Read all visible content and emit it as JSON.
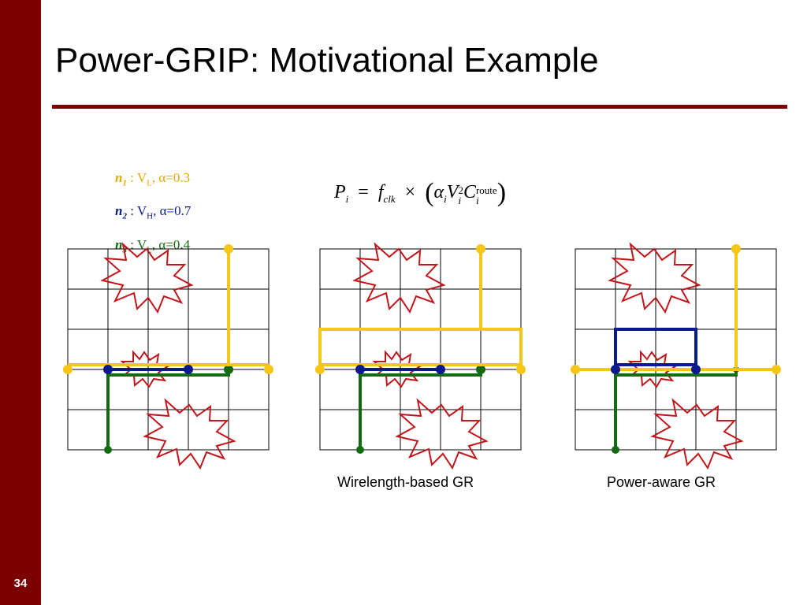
{
  "slide": {
    "title": "Power-GRIP: Motivational Example",
    "number": "34"
  },
  "legend": [
    {
      "net": "n",
      "idx": "1",
      "volt": "V",
      "volt_sub": "L",
      "alpha": ", α=0.3",
      "color": "#e8a800"
    },
    {
      "net": "n",
      "idx": "2",
      "volt": "V",
      "volt_sub": "H",
      "alpha": ", α=0.7",
      "color": "#0a1a8a"
    },
    {
      "net": "n",
      "idx": "3",
      "volt": "V",
      "volt_sub": "L",
      "alpha": ", α=0.4",
      "color": "#126b12"
    }
  ],
  "formula": {
    "P": "P",
    "P_sub": "i",
    "eq": "=",
    "f": "f",
    "f_sub": "clk",
    "times": "×",
    "lparen": "(",
    "alpha": "α",
    "alpha_sub": "i",
    "V": "V",
    "V_sup": "2",
    "V_sub": "i",
    "C": "C",
    "C_sup": "route",
    "C_sub": "i",
    "rparen": ")"
  },
  "captions": {
    "wirelength": "Wirelength-based GR",
    "power": "Power-aware GR"
  },
  "colors": {
    "n1": "#f5c518",
    "n2": "#0a1a8a",
    "n3": "#126b12",
    "blockage": "#c0161c",
    "brand": "#7b0000"
  },
  "grid": {
    "rows": 5,
    "cols": 5
  }
}
